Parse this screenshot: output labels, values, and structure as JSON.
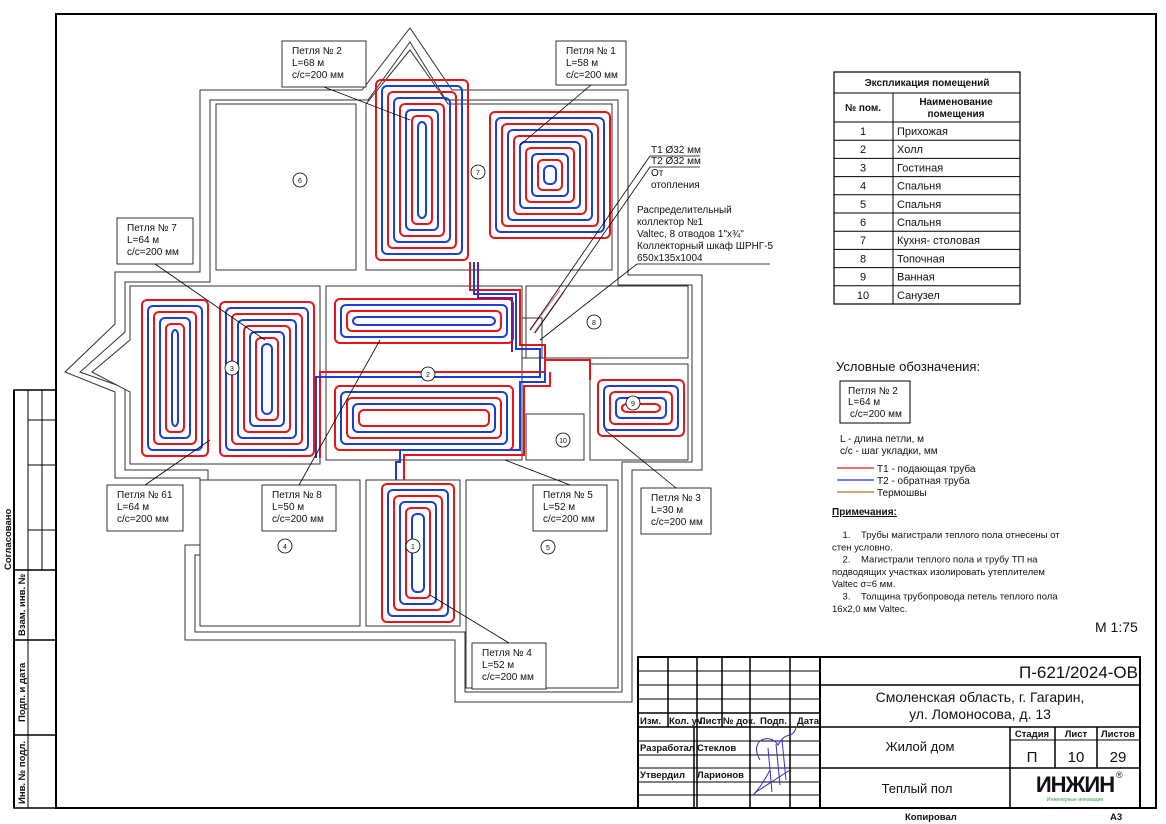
{
  "colors": {
    "supply": "#e8141b",
    "return": "#1b3fd6",
    "thermal": "#b87333",
    "logo": "#111111",
    "logo_sub": "#2ea043",
    "signature": "#2f2fc8"
  },
  "rooms_on_plan": [
    "1",
    "2",
    "3",
    "4",
    "5",
    "6",
    "7",
    "8",
    "9",
    "10"
  ],
  "loops": [
    {
      "id": "loop-2",
      "title": "Петля № 2",
      "length": "L=68 м",
      "pitch": "с/с=200 мм"
    },
    {
      "id": "loop-1",
      "title": "Петля № 1",
      "length": "L=58 м",
      "pitch": "с/с=200 мм"
    },
    {
      "id": "loop-7",
      "title": "Петля № 7",
      "length": "L=64 м",
      "pitch": "с/с=200 мм"
    },
    {
      "id": "loop-61",
      "title": "Петля № 61",
      "length": "L=64 м",
      "pitch": "с/с=200 мм"
    },
    {
      "id": "loop-8",
      "title": "Петля № 8",
      "length": "L=50 м",
      "pitch": "с/с=200 мм"
    },
    {
      "id": "loop-5",
      "title": "Петля № 5",
      "length": "L=52 м",
      "pitch": "с/с=200 мм"
    },
    {
      "id": "loop-3",
      "title": "Петля № 3",
      "length": "L=30 м",
      "pitch": "с/с=200 мм"
    },
    {
      "id": "loop-4",
      "title": "Петля № 4",
      "length": "L=52 м",
      "pitch": "с/с=200 мм"
    }
  ],
  "supply_note": {
    "t1": "Т1 Ø32 мм",
    "t2": "Т2 Ø32 мм",
    "from1": "От",
    "from2": "отопления"
  },
  "manifold_note": [
    "Распределительный",
    "коллектор №1",
    "Valtec, 8 отводов 1\"х¾\"",
    "Коллекторный шкаф ШРНГ-5",
    "650х135х1004"
  ],
  "explication": {
    "title": "Экспликация помещений",
    "col_num": "№ пом.",
    "col_name_1": "Наименование",
    "col_name_2": "помещения",
    "rows": [
      {
        "n": "1",
        "name": "Прихожая"
      },
      {
        "n": "2",
        "name": "Холл"
      },
      {
        "n": "3",
        "name": "Гостиная"
      },
      {
        "n": "4",
        "name": "Спальня"
      },
      {
        "n": "5",
        "name": "Спальня"
      },
      {
        "n": "6",
        "name": "Спальня"
      },
      {
        "n": "7",
        "name": "Кухня- столовая"
      },
      {
        "n": "8",
        "name": "Топочная"
      },
      {
        "n": "9",
        "name": "Ванная"
      },
      {
        "n": "10",
        "name": "Санузел"
      }
    ]
  },
  "legend": {
    "title": "Условные обозначения:",
    "sample_title": "Петля № 2",
    "sample_length": "L=64 м",
    "sample_pitch": "с/с=200 мм",
    "l_desc": "L - длина петли, м",
    "cc_desc": "с/с - шаг укладки, мм",
    "t1": "Т1 - подающая труба",
    "t2": "Т2 - обратная труба",
    "thermo": "Термошвы"
  },
  "notes": {
    "title": "Примечания:",
    "lines": [
      "    1.    Трубы магистрали теплого пола отнесены от",
      "стен условно.",
      "    2.    Магистрали теплого пола и трубу ТП на",
      "подводящих участках изолировать утеплителем",
      "Valtec σ=6 мм.",
      "    3.    Толщина трубопровода петель теплого пола",
      "16х2,0 мм Valtec."
    ]
  },
  "scale": "М 1:75",
  "stamp": {
    "agreed": "Согласовано",
    "replace_inv": "Взам. инв. №",
    "sign_date": "Подп. и дата",
    "inv_orig": "Инв. № подл."
  },
  "title_block": {
    "code": "П-621/2024-ОВ",
    "address_1": "Смоленская область, г. Гагарин,",
    "address_2": "ул. Ломоносова, д. 13",
    "headers": [
      "Изм.",
      "Кол. уч.",
      "Лист",
      "№ док.",
      "Подп.",
      "Дата"
    ],
    "developed_label": "Разработал",
    "developed_name": "Стеклов",
    "approved_label": "Утвердил",
    "approved_name": "Ларионов",
    "object": "Жилой дом",
    "sheet_title": "Теплый пол",
    "stage_label": "Стадия",
    "sheet_label": "Лист",
    "sheets_label": "Листов",
    "stage": "П",
    "sheet": "10",
    "sheets": "29",
    "logo": "ИНЖИН",
    "logo_reg": "®",
    "logo_sub": "Инженерные инновации"
  },
  "footer": {
    "copied": "Копировал",
    "format": "А3"
  }
}
